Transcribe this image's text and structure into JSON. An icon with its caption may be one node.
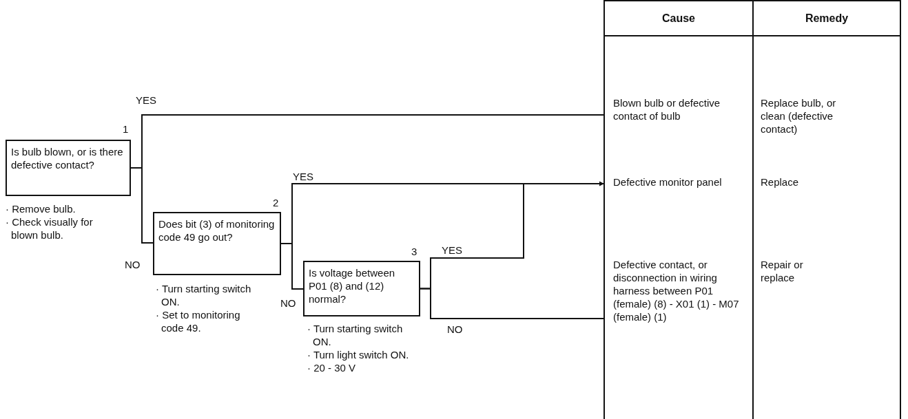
{
  "diagram": {
    "nodes": [
      {
        "text": [
          "Is bulb blown, or is there defective contact?"
        ],
        "beside": [
          "1",
          "· Remove bulb.",
          "· Check visually for blown bulb."
        ]
      },
      {
        "text": [
          "Does bit (3) of monitoring code 49 go out?"
        ],
        "beside": [
          "2",
          "· Turn starting switch ON.",
          "· Set to monitoring code 49."
        ]
      },
      {
        "text": [
          "Is voltage between P01 (8) and (12) normal?"
        ],
        "beside": [
          "3",
          "· Turn starting switch ON.",
          "· Turn light switch ON.",
          "· 20 - 30 V"
        ]
      },
      {
        "text": [
          "Blown bulb or defective contact of bulb",
          "Replace bulb, or clean (defective contact)"
        ]
      },
      {
        "text": [
          "Defective monitor panel",
          "Replace"
        ]
      },
      {
        "text": [
          "Defective contact, or disconnection in wiring harness between P01 (female) (8) - X01 (1) - M07 (female) (1)",
          "Repair or replace"
        ]
      }
    ],
    "edges": [
      {
        "from": 0,
        "to": 3,
        "arrow": "none",
        "label": "YES"
      },
      {
        "from": 0,
        "to": 1,
        "arrow": "none",
        "label": "NO"
      },
      {
        "from": 1,
        "to": 4,
        "arrow": "none",
        "label": "YES"
      },
      {
        "from": 1,
        "to": 2,
        "arrow": "none",
        "label": "NO"
      },
      {
        "from": 2,
        "to": 4,
        "arrow": "to",
        "label": "YES"
      },
      {
        "from": 2,
        "to": 5,
        "arrow": "none",
        "label": "NO"
      }
    ],
    "labels": [
      "Cause",
      "Remedy"
    ]
  }
}
